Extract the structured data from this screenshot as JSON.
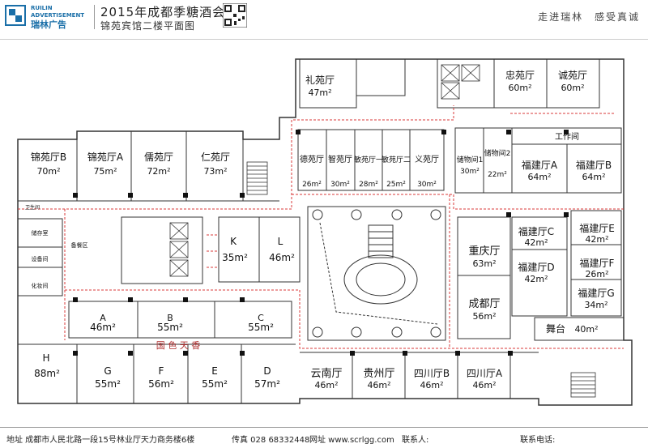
{
  "header": {
    "brand_en_1": "RUILIN",
    "brand_en_2": "ADVERTISEMENT",
    "brand_cn": "瑞林广告",
    "title": "2015年成都季糖酒会",
    "subtitle": "锦苑宾馆二楼平面图",
    "slogan": "走进瑞林   感受真诚"
  },
  "rooms": {
    "liyuan": {
      "name": "礼苑厅",
      "area": "47m²"
    },
    "zhongyuan": {
      "name": "忠苑厅",
      "area": "60m²"
    },
    "chengyuan": {
      "name": "诚苑厅",
      "area": "60m²"
    },
    "jinyuan_b": {
      "name": "锦苑厅B",
      "area": "70m²"
    },
    "jinyuan_a": {
      "name": "锦苑厅A",
      "area": "75m²"
    },
    "ruyuan": {
      "name": "儒苑厅",
      "area": "72m²"
    },
    "renyuan": {
      "name": "仁苑厅",
      "area": "73m²"
    },
    "deyuan": {
      "name": "德苑厅",
      "area": "26m²"
    },
    "zhiyuan": {
      "name": "智苑厅",
      "area": "30m²"
    },
    "minyuan_1": {
      "name": "敏苑厅一",
      "area": "28m²"
    },
    "minyuan_2": {
      "name": "敏苑厅二",
      "area": "25m²"
    },
    "yiyuan": {
      "name": "义苑厅",
      "area": "30m²"
    },
    "storage_1": {
      "name": "储物间1",
      "area": "30m²"
    },
    "storage_2": {
      "name": "储物间2",
      "area": "22m²"
    },
    "work_room": {
      "name": "工作间"
    },
    "fujian_a": {
      "name": "福建厅A",
      "area": "64m²"
    },
    "fujian_b": {
      "name": "福建厅B",
      "area": "64m²"
    },
    "fujian_c": {
      "name": "福建厅C",
      "area": "42m²"
    },
    "fujian_d": {
      "name": "福建厅D",
      "area": "42m²"
    },
    "fujian_e": {
      "name": "福建厅E",
      "area": "42m²"
    },
    "fujian_f": {
      "name": "福建厅F",
      "area": "26m²"
    },
    "fujian_g": {
      "name": "福建厅G",
      "area": "34m²"
    },
    "chongqing": {
      "name": "重庆厅",
      "area": "63m²"
    },
    "chengdu": {
      "name": "成都厅",
      "area": "56m²"
    },
    "stage": {
      "name": "舞台",
      "area": "40m²"
    },
    "k": {
      "name": "K",
      "area": "35m²"
    },
    "l": {
      "name": "L",
      "area": "46m²"
    },
    "a": {
      "name": "A",
      "area": "46m²"
    },
    "b": {
      "name": "B",
      "area": "55m²"
    },
    "c": {
      "name": "C",
      "area": "55m²"
    },
    "guose": {
      "name": "国 色 天 香"
    },
    "h": {
      "name": "H",
      "area": "88m²"
    },
    "g": {
      "name": "G",
      "area": "55m²"
    },
    "f": {
      "name": "F",
      "area": "56m²"
    },
    "e": {
      "name": "E",
      "area": "55m²"
    },
    "d": {
      "name": "D",
      "area": "57m²"
    },
    "yunnan": {
      "name": "云南厅",
      "area": "46m²"
    },
    "guizhou": {
      "name": "贵州厅",
      "area": "46m²"
    },
    "sichuan_b": {
      "name": "四川厅B",
      "area": "46m²"
    },
    "sichuan_a": {
      "name": "四川厅A",
      "area": "46m²"
    },
    "storage_room": {
      "name": "储存室"
    },
    "prep_area": {
      "name": "备餐区"
    },
    "equipment": {
      "name": "设备间"
    },
    "makeup": {
      "name": "化妆间"
    },
    "restroom": {
      "name": "卫生间"
    }
  },
  "footer": {
    "address": "地址  成都市人民北路一段15号林业厅天力商务楼6楼",
    "fax": "传真  028 68332448",
    "website": "网址  www.scrlgg.com",
    "contact": "联系人:",
    "phone": "联系电话:"
  },
  "colors": {
    "wall": "#333333",
    "route": "#d93a3a",
    "brand": "#1a6fa8"
  }
}
